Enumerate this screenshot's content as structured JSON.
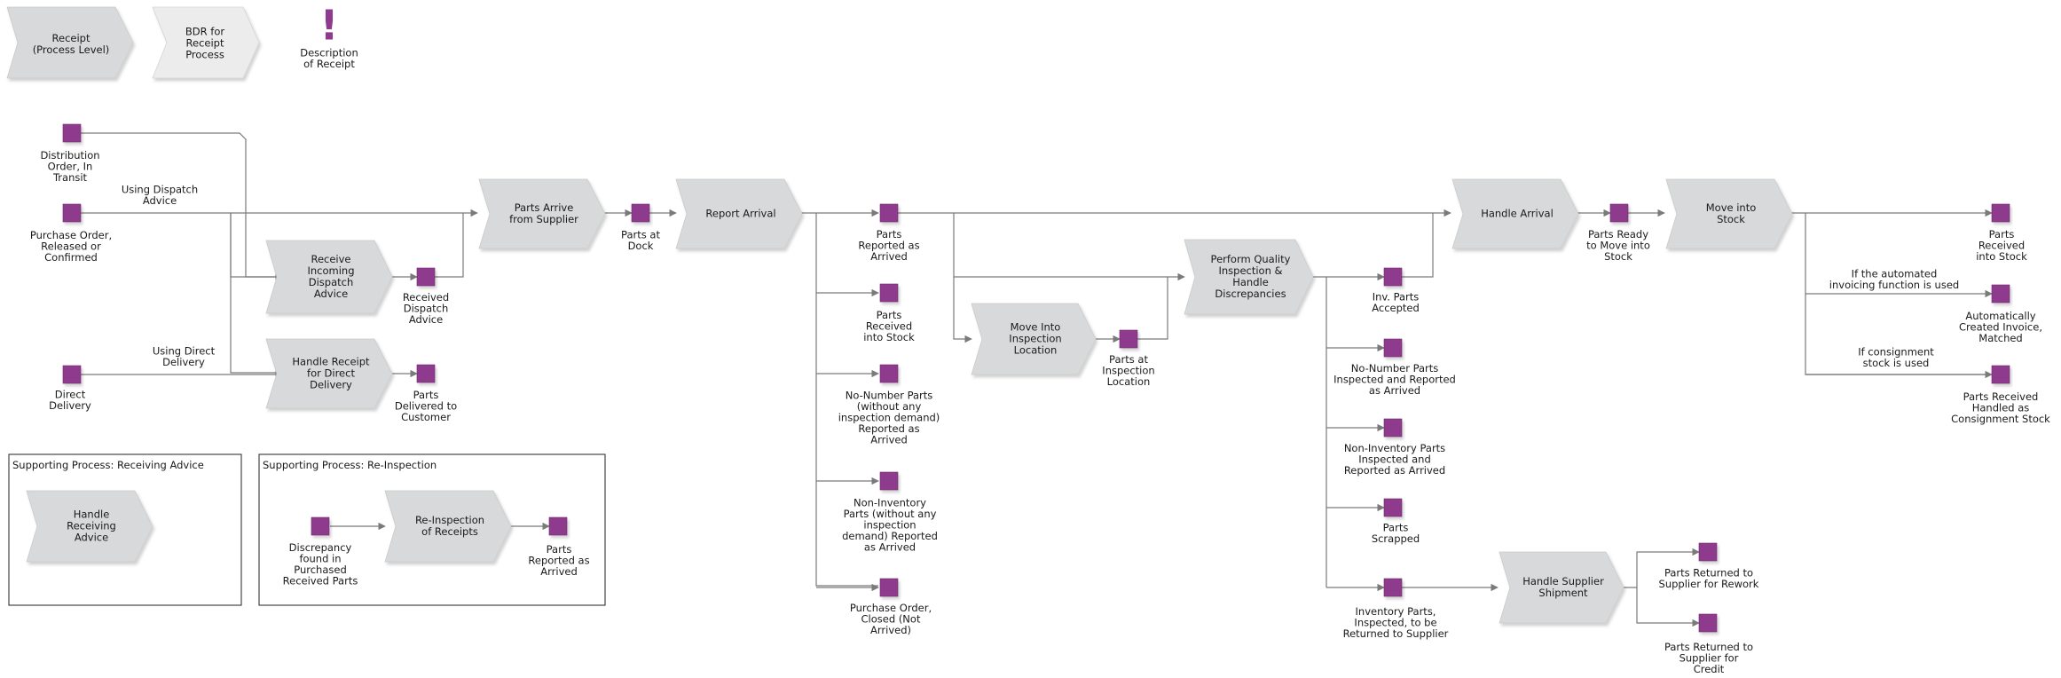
{
  "legend": {
    "receipt_process_level": [
      "Receipt",
      "(Process Level)"
    ],
    "bdr": [
      "BDR for",
      "Receipt",
      "Process"
    ],
    "description": [
      "Description",
      "of  Receipt"
    ],
    "description_mark": "!"
  },
  "processes": {
    "parts_arrive": [
      "Parts Arrive",
      "from Supplier"
    ],
    "report_arrival": [
      "Report Arrival"
    ],
    "receive_dispatch": [
      "Receive",
      "Incoming",
      "Dispatch",
      "Advice"
    ],
    "handle_direct": [
      "Handle Receipt",
      "for Direct",
      "Delivery"
    ],
    "move_inspection": [
      "Move Into",
      "Inspection",
      "Location"
    ],
    "quality": [
      "Perform Quality",
      "Inspection &",
      "Handle",
      "Discrepancies"
    ],
    "handle_arrival": [
      "Handle Arrival"
    ],
    "move_stock": [
      "Move into",
      "Stock"
    ],
    "supplier_shipment": [
      "Handle Supplier",
      "Shipment"
    ],
    "handle_receiving_advice": [
      "Handle",
      "Receiving",
      "Advice"
    ],
    "reinspection": [
      "Re-Inspection",
      "of Receipts"
    ]
  },
  "events": {
    "distribution_order": [
      "Distribution",
      "Order, In",
      "Transit"
    ],
    "purchase_order": [
      "Purchase Order,",
      "Released or",
      "Confirmed"
    ],
    "direct_delivery": [
      "Direct",
      "Delivery"
    ],
    "received_dispatch": [
      "Received",
      "Dispatch",
      "Advice"
    ],
    "parts_delivered": [
      "Parts",
      "Delivered to",
      "Customer"
    ],
    "parts_at_dock": [
      "Parts at",
      "Dock"
    ],
    "parts_reported": [
      "Parts",
      "Reported as",
      "Arrived"
    ],
    "parts_received_stock_1": [
      "Parts",
      "Received",
      "into Stock"
    ],
    "no_number_parts": [
      "No-Number Parts",
      "(without any",
      "inspection demand)",
      "Reported as",
      "Arrived"
    ],
    "non_inventory_parts": [
      "Non-Inventory",
      "Parts (without any",
      "inspection",
      "demand) Reported",
      "as Arrived"
    ],
    "po_closed": [
      "Purchase Order,",
      "Closed (Not",
      "Arrived)"
    ],
    "parts_at_inspection": [
      "Parts at",
      "Inspection",
      "Location"
    ],
    "inv_parts_accepted": [
      "Inv. Parts",
      "Accepted"
    ],
    "no_number_inspected": [
      "No-Number Parts",
      "Inspected and Reported",
      "as Arrived"
    ],
    "non_inventory_inspected": [
      "Non-Inventory Parts",
      "Inspected and",
      "Reported as Arrived"
    ],
    "parts_scrapped": [
      "Parts",
      "Scrapped"
    ],
    "inventory_returned": [
      "Inventory Parts,",
      "Inspected, to be",
      "Returned to Supplier"
    ],
    "parts_ready": [
      "Parts Ready",
      "to Move into",
      "Stock"
    ],
    "parts_received_stock_2": [
      "Parts",
      "Received",
      "into Stock"
    ],
    "auto_invoice": [
      "Automatically",
      "Created Invoice,",
      "Matched"
    ],
    "consignment": [
      "Parts Received",
      "Handled as",
      "Consignment Stock"
    ],
    "returned_rework": [
      "Parts Returned to",
      "Supplier for Rework"
    ],
    "returned_credit": [
      "Parts Returned to",
      "Supplier for",
      "Credit"
    ],
    "discrepancy": [
      "Discrepancy",
      "found in",
      "Purchased",
      "Received Parts"
    ],
    "reinspection_reported": [
      "Parts",
      "Reported as",
      "Arrived"
    ]
  },
  "connector_labels": {
    "using_dispatch": [
      "Using Dispatch",
      "Advice"
    ],
    "using_direct": [
      "Using Direct",
      "Delivery"
    ],
    "auto_invoicing": [
      "If the automated",
      "invoicing function is used"
    ],
    "consignment_used": [
      "If consignment",
      "stock is used"
    ]
  },
  "boxes": {
    "receiving_advice": "Supporting Process: Receiving Advice",
    "reinspection": "Supporting Process: Re-Inspection"
  },
  "colors": {
    "event_fill": "#8e3a8e",
    "process_fill": "#d8d9da",
    "bdr_fill": "#ececec",
    "line": "#7a7a7a"
  }
}
